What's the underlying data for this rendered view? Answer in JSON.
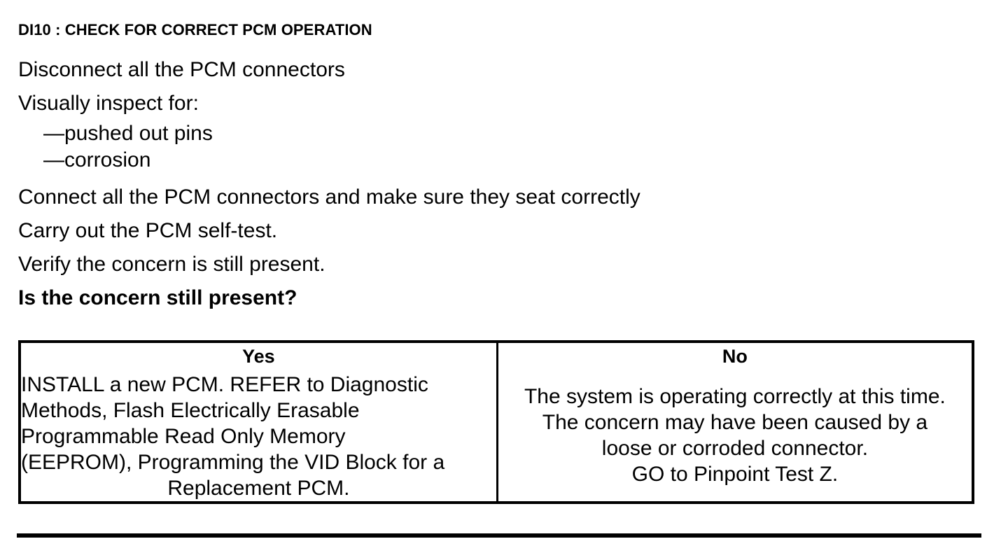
{
  "document": {
    "step_title": "DI10 : CHECK FOR CORRECT PCM OPERATION",
    "instructions": [
      "Disconnect all the PCM connectors",
      "Visually inspect for:",
      "—pushed out pins",
      "—corrosion",
      "Connect all the PCM connectors and make sure they seat correctly",
      "Carry out the PCM self-test.",
      "Verify the concern is still present.",
      "Is the concern still present?"
    ],
    "question": "Is the concern still present?",
    "table": {
      "headers": [
        "Yes",
        "No"
      ],
      "yes_cell_lines": [
        "INSTALL a new PCM. REFER to Diagnostic",
        "Methods, Flash Electrically Erasable",
        "Programmable Read Only Memory",
        "(EEPROM), Programming the VID Block for a",
        "Replacement PCM."
      ],
      "no_cell_lines": [
        "The system is operating correctly at this time.",
        "The concern may have been caused by a",
        "loose or corroded connector.",
        "GO to Pinpoint Test Z."
      ]
    },
    "colors": {
      "ink": "#000000",
      "paper": "#ffffff"
    }
  }
}
